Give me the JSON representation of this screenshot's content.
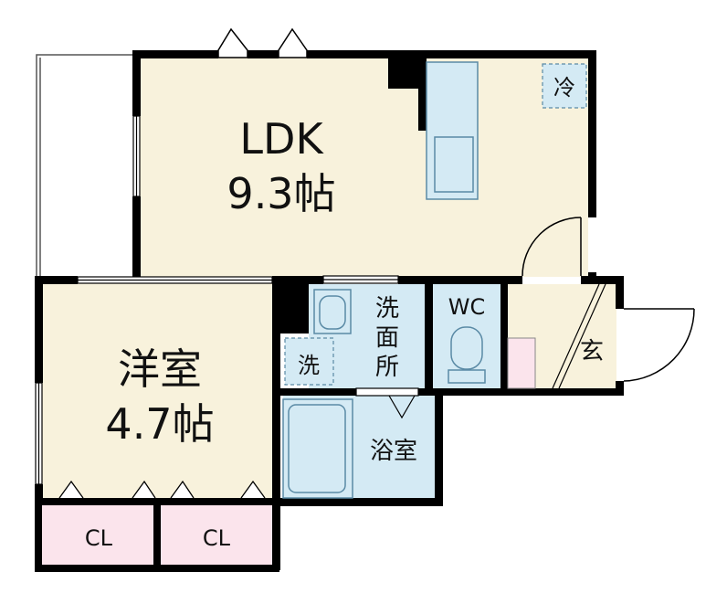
{
  "rooms": {
    "ldk": {
      "name": "LDK",
      "size": "9.3帖"
    },
    "western": {
      "name": "洋室",
      "size": "4.7帖"
    },
    "washroom": {
      "name_line1": "洗",
      "name_line2": "面",
      "name_line3": "所"
    },
    "wc": {
      "name": "WC"
    },
    "bath": {
      "name": "浴室"
    },
    "entrance": {
      "name": "玄"
    },
    "closet_left": {
      "name": "CL"
    },
    "closet_right": {
      "name": "CL"
    }
  },
  "fixtures": {
    "fridge": {
      "name": "冷"
    },
    "washer": {
      "name": "洗"
    }
  },
  "colors": {
    "wall": "#000000",
    "room_floor": "#f8f2dc",
    "wet_area": "#d4eaf4",
    "closet": "#fbe4ec",
    "fixture_stroke": "#5a8aa5"
  }
}
